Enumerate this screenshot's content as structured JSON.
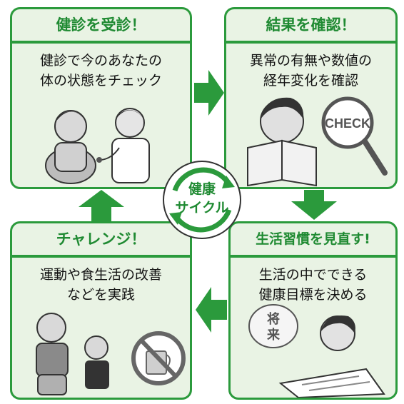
{
  "cards": [
    {
      "title": "健診を受診！",
      "line1": "健診で今のあなたの",
      "line2": "体の状態をチェック"
    },
    {
      "title": "結果を確認！",
      "line1": "異常の有無や数値の",
      "line2": "経年変化を確認"
    },
    {
      "title": "生活習慣を見直す!",
      "line1": "生活の中でできる",
      "line2": "健康目標を決める"
    },
    {
      "title": "チャレンジ！",
      "line1": "運動や食生活の改善",
      "line2": "などを実践"
    }
  ],
  "center": {
    "line1": "健康",
    "line2": "サイクル"
  },
  "illustrations": {
    "check_badge": "CHECK",
    "future_bubble_1": "将",
    "future_bubble_2": "来"
  },
  "colors": {
    "green": "#2b9a3c",
    "title_green": "#1f8a32",
    "card_bg": "#e9f3e4"
  }
}
